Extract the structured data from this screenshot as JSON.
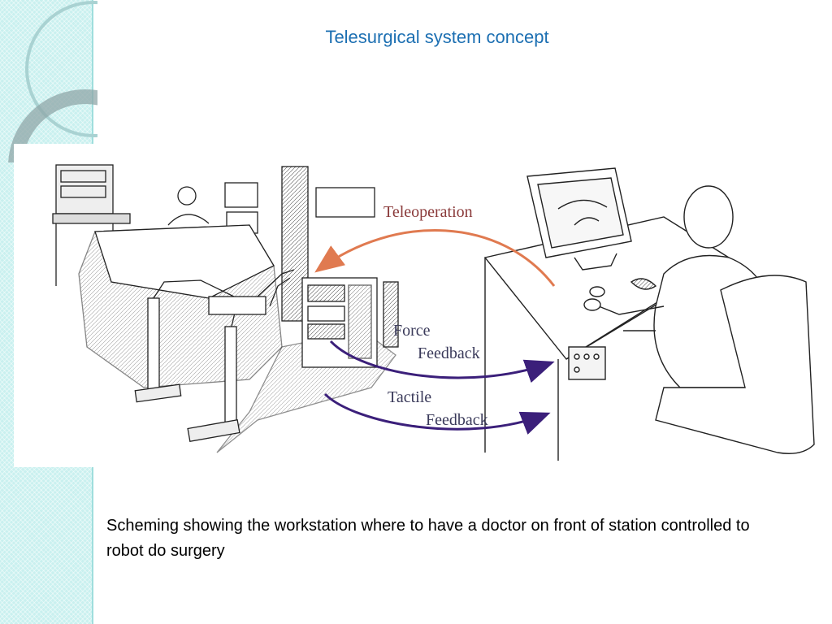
{
  "slide": {
    "title": "Telesurgical system concept",
    "caption": "Scheming showing the workstation where to have a doctor on front of station controlled to robot do surgery"
  },
  "figure": {
    "labels": {
      "teleoperation": "Teleoperation",
      "force": "Force",
      "force_feedback": "Feedback",
      "tactile": "Tactile",
      "tactile_feedback": "Feedback"
    },
    "colors": {
      "teleoperation_arrow": "#e07a50",
      "feedback_arrow": "#3b1f7a",
      "title": "#1c6fb2",
      "stripe": "#c9f0ef"
    }
  }
}
